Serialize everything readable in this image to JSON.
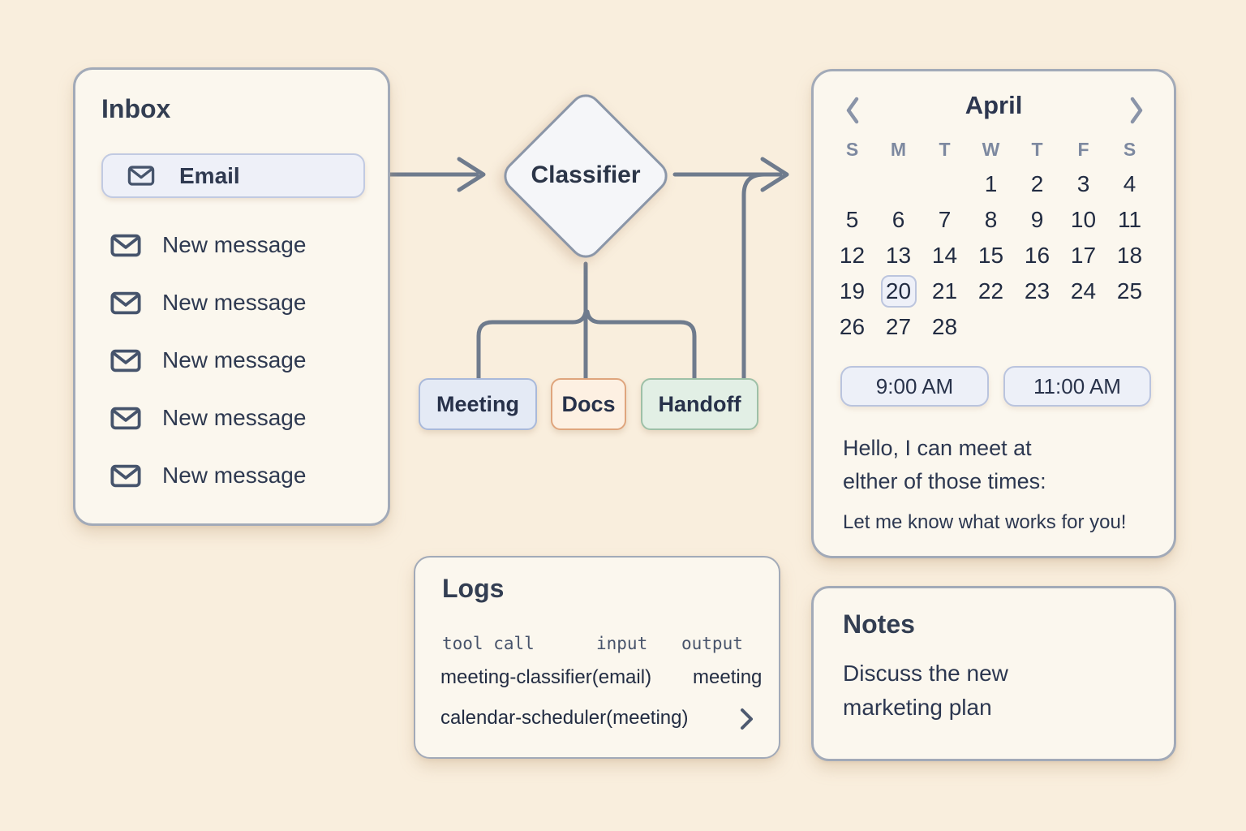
{
  "colors": {
    "background": "#f9eedd",
    "panel": "#fbf7ee",
    "panel_border": "#a2aab8",
    "connector": "#6f7b8d",
    "text_dark": "#2c3750",
    "text_muted": "#7d89a0",
    "button_bg": "#eef0f8",
    "button_border": "#c1cae2"
  },
  "inbox": {
    "title": "Inbox",
    "email_button_label": "Email",
    "email_button_icon": "envelope-icon",
    "message_icon": "envelope-icon",
    "messages": [
      "New message",
      "New message",
      "New message",
      "New message",
      "New message"
    ]
  },
  "flow": {
    "classifier_label": "Classifier",
    "branches": [
      {
        "label": "Meeting",
        "bg": "#e4eaf5",
        "border": "#a9b9da"
      },
      {
        "label": "Docs",
        "bg": "#fdf0e2",
        "border": "#dfa57d"
      },
      {
        "label": "Handoff",
        "bg": "#e2efe5",
        "border": "#9ec0a7"
      }
    ]
  },
  "calendar": {
    "month": "April",
    "prev_icon": "chevron-left-icon",
    "next_icon": "chevron-right-icon",
    "weekdays": [
      "S",
      "M",
      "T",
      "W",
      "T",
      "F",
      "S"
    ],
    "weeks": [
      [
        "",
        "",
        "",
        "1",
        "2",
        "3",
        "4"
      ],
      [
        "5",
        "6",
        "7",
        "8",
        "9",
        "10",
        "11"
      ],
      [
        "12",
        "13",
        "14",
        "15",
        "16",
        "17",
        "18"
      ],
      [
        "19",
        "20",
        "21",
        "22",
        "23",
        "24",
        "25"
      ],
      [
        "26",
        "27",
        "28",
        "",
        "",
        "",
        ""
      ]
    ],
    "selected_date": "20",
    "time_slots": [
      "9:00 AM",
      "11:00 AM"
    ],
    "message": [
      "Hello, I can meet at",
      "elther of those times:"
    ],
    "message_footer": "Let me know what works for you!"
  },
  "logs": {
    "title": "Logs",
    "headers": [
      "tool call",
      "input",
      "output"
    ],
    "rows": [
      {
        "tool_call": "meeting-classifier(email)",
        "output": "meeting"
      },
      {
        "tool_call": "calendar-scheduler(meeting)",
        "output_icon": "chevron-right-icon"
      }
    ]
  },
  "notes": {
    "title": "Notes",
    "body": "Discuss the new marketing plan"
  }
}
